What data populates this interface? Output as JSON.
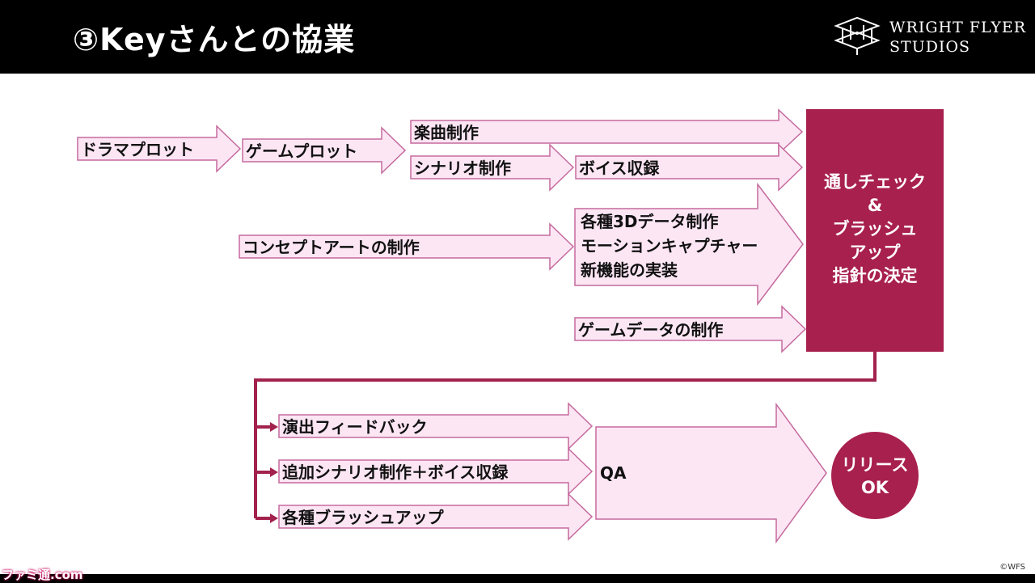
{
  "header": {
    "title": "③Keyさんとの協業",
    "logo_line1": "WRIGHT FLYER",
    "logo_line2": "STUDIOS"
  },
  "nodes": {
    "drama_plot": "ドラマプロット",
    "game_plot": "ゲームプロット",
    "music": "楽曲制作",
    "scenario": "シナリオ制作",
    "voice": "ボイス収録",
    "concept_art": "コンセプトアートの制作",
    "data3d_line1": "各種3Dデータ制作",
    "data3d_line2": "モーションキャプチャー",
    "data3d_line3": "新機能の実装",
    "game_data": "ゲームデータの制作",
    "check_line1": "通しチェック",
    "check_line2": "&",
    "check_line3": "ブラッシュ",
    "check_line4": "アップ",
    "check_line5": "指針の決定",
    "feedback": "演出フィードバック",
    "add_scenario": "追加シナリオ制作＋ボイス収録",
    "brushup": "各種ブラッシュアップ",
    "qa": "QA",
    "release_line1": "リリース",
    "release_line2": "OK"
  },
  "colors": {
    "arrow_fill": "#fce6f4",
    "arrow_stroke": "#c56a9d",
    "accent": "#a8204e",
    "connector": "#a2224d"
  },
  "footer": {
    "copyright": "©WFS",
    "watermark": "ファミ通.com"
  }
}
